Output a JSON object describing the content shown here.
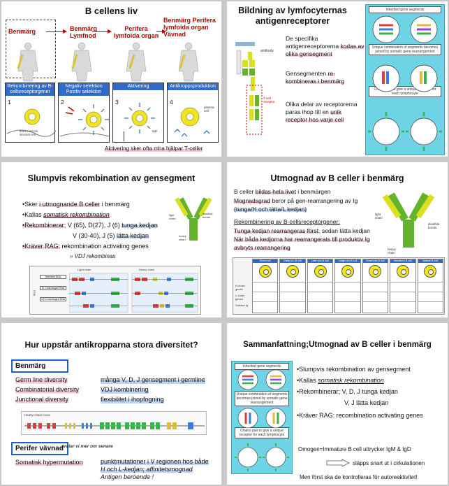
{
  "slide1": {
    "title": "B cellens liv",
    "stage_labels": [
      "Benmärg",
      "Benmärg Lymfnod",
      "Perifera lymfoida organ",
      "Benmärg Perifera lymfoida organ Vävnad"
    ],
    "panel_captions": [
      "Rekombinering av B-cellsreceptorgener",
      "Negativ selektion Positiv selektion",
      "Aktivering",
      "Antikroppsproduktion"
    ],
    "panel_numbers": [
      "1",
      "2",
      "3",
      "4"
    ],
    "small_labels": {
      "bone_marrow": "bone marrow stromal cell",
      "plasma": "plasma cell",
      "igd": "IgD"
    },
    "footnote": "Aktivering sker ofta mha hjälpar T-celler"
  },
  "slide2": {
    "title_line1": "Bildning av lymfocyternas",
    "title_line2": "antigenreceptorer",
    "p1": {
      "plain": "De specifika antigenreceptorerna ",
      "hl": "kodas av olika gensegment"
    },
    "p2": {
      "plain": "Gensegmenten ",
      "hl": "re-kombineras i benmärg"
    },
    "p3": {
      "plain": "Olika delar av receptorerna paras ihop till en ",
      "hl": "unik receptor hos varje cell"
    },
    "panels": [
      "Inherited gene segments",
      "Unique combination of segments becomes joined by somatic gene rearrangement",
      "Chains pair to give a unique receptor for each lymphocyte"
    ],
    "fig_labels": {
      "antibody": "antibody",
      "tcr": "T-cell receptor"
    }
  },
  "slide3": {
    "title": "Slumpvis rekombination av gensegment",
    "b1": {
      "prefix": "•Sker ",
      "hl": "i utmognande B celler",
      "suffix": " i benmärg"
    },
    "b2": {
      "prefix": "•Kallas ",
      "em": "somatisk rekombination"
    },
    "b3": {
      "hl": "•Rekombinerar",
      "mid": "; V (65), D(27), J (6) ",
      "blue": "tunga kedjan"
    },
    "b3b": {
      "mid": "V (30-40), J (5)   ",
      "blue": "lätta kedjan"
    },
    "b4": {
      "hl": "•Kräver RAG:",
      "rest": " rekombination activating genes"
    },
    "b5": "» VDJ rekombinas",
    "fig_labels": {
      "light_chain": "Light chain",
      "heavy_chain": "Heavy chain",
      "germline": "Germline DNA",
      "somatic1": "D-J rearranged DNA",
      "somatic2": "V-DJ rearranged DNA",
      "dna": "DNA",
      "disulfide": "disulfide bonds",
      "light": "light chain",
      "heavy": "heavy chain"
    }
  },
  "slide4": {
    "title": "Utmognad av B celler i benmärg",
    "l1": {
      "prefix": "B celler ",
      "hl": "bildas hela livet",
      "suffix": " i benmärgen"
    },
    "l2": {
      "hl": "Mognadsgrad",
      "rest": " beror på gen-rearrangering av Ig"
    },
    "l3": {
      "blue": "(tunga/H och lätta/L kedjan)"
    },
    "l4": "Rekombinering av B-cellsreceptorgener;",
    "l5": {
      "hl": "Tunga kedjan rearrangeras först",
      "rest": ", sedan lätta kedjan"
    },
    "l6": {
      "hl": "När båda kedjorna har rearrangerats till produktiv Ig"
    },
    "l7": {
      "hl": "avbryts rearrangering"
    },
    "fig_labels": {
      "light_chain": "light chain",
      "disulfide": "disulfide bonds",
      "heavy_chain": "heavy chain"
    },
    "stages": [
      "Stem cell",
      "Early pro-B cell",
      "Late pro-B cell",
      "Large pre-B cell",
      "Small pre-B cell",
      "Immature B cell",
      "Mature B cell"
    ],
    "row_labels": [
      "H-chain genes",
      "L-chain genes",
      "Surface Ig"
    ]
  },
  "slide5": {
    "title": "Hur uppstår antikropparna stora diversitet?",
    "box1": "Benmärg",
    "left1": [
      "Germ line diversity",
      "Combinatorial diversity",
      "Junctional diversity"
    ],
    "right1": [
      "många V, D, J gensegment i germline",
      "VDJ kombinering",
      "flexibilitet i ihopfogning"
    ],
    "box2": "Perifer vävnad",
    "box2_note": "pratar vi mer om senare",
    "left2": "Somatisk hypermutation",
    "right2_l1": "punktmutationer i V regionen hos både",
    "right2_l2": "H och L-kedjan; affinitetsmognad",
    "right2_l3": "Antigen beroende !",
    "gene_label": "Heavy-chain locus"
  },
  "slide6": {
    "title": "Sammanfattning;Utmognad av B celler i benmärg",
    "b1": "•Slumpvis rekombination av gensegment",
    "b2_prefix": "•Kallas ",
    "b2_em": "somatisk rekombination",
    "b3": "•Rekombinerar; V, D, J   tunga kedjan",
    "b3b": "V, J      lätta kedjan",
    "b4": "•Kräver RAG: recombination activating genes",
    "n1": "Omogen=Immature B cell uttrycker IgM & IgD",
    "n2": "släpps snart ut i cirkulationen",
    "n3": "Men först ska de kontrolleras för autoreaktivitet!",
    "panels": [
      "Inherited gene segments",
      "Unique combination of segments becomes joined by somatic gene rearrangement",
      "Chains pair to give a unique receptor for each lymphocyte"
    ]
  }
}
